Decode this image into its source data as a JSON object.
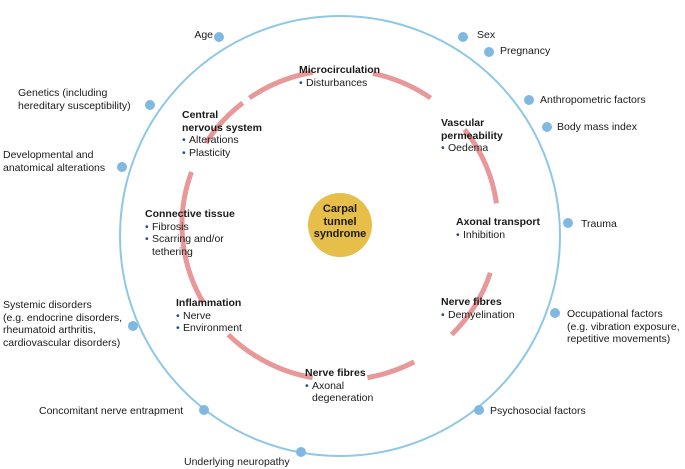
{
  "center": {
    "lines": [
      "Carpal",
      "tunnel",
      "syndrome"
    ],
    "color": "#e8be4a"
  },
  "colors": {
    "outer_ring": "#8ec8e6",
    "dot": "#7fb9e2",
    "inner_arc": "#e89898"
  },
  "risk_factors": [
    {
      "lines": [
        "Age"
      ]
    },
    {
      "lines": [
        "Sex"
      ]
    },
    {
      "lines": [
        "Pregnancy"
      ]
    },
    {
      "lines": [
        "Anthropometric factors"
      ]
    },
    {
      "lines": [
        "Body mass index"
      ]
    },
    {
      "lines": [
        "Trauma"
      ]
    },
    {
      "lines": [
        "Occupational factors",
        "(e.g. vibration exposure,",
        "repetitive movements)"
      ]
    },
    {
      "lines": [
        "Psychosocial factors"
      ]
    },
    {
      "lines": [
        "Underlying neuropathy"
      ]
    },
    {
      "lines": [
        "Concomitant nerve entrapment"
      ]
    },
    {
      "lines": [
        "Systemic disorders",
        "(e.g. endocrine disorders,",
        "rheumatoid arthritis,",
        "cardiovascular disorders)"
      ]
    },
    {
      "lines": [
        "Developmental and",
        "anatomical alterations"
      ]
    },
    {
      "lines": [
        "Genetics (including",
        "hereditary susceptibility)"
      ]
    }
  ],
  "mechanisms": [
    {
      "title": [
        "Microcirculation"
      ],
      "items": [
        "Disturbances"
      ]
    },
    {
      "title": [
        "Vascular",
        "permeability"
      ],
      "items": [
        "Oedema"
      ]
    },
    {
      "title": [
        "Axonal transport"
      ],
      "items": [
        "Inhibition"
      ]
    },
    {
      "title": [
        "Nerve fibres"
      ],
      "items": [
        "Demyelination"
      ]
    },
    {
      "title": [
        "Nerve fibres"
      ],
      "items": [
        "Axonal",
        "degeneration"
      ]
    },
    {
      "title": [
        "Inflammation"
      ],
      "items": [
        "Nerve",
        "Environment"
      ]
    },
    {
      "title": [
        "Connective tissue"
      ],
      "items": [
        "Fibrosis",
        "Scarring and/or",
        "tethering"
      ]
    },
    {
      "title": [
        "Central",
        "nervous system"
      ],
      "items": [
        "Alterations",
        "Plasticity"
      ]
    }
  ]
}
